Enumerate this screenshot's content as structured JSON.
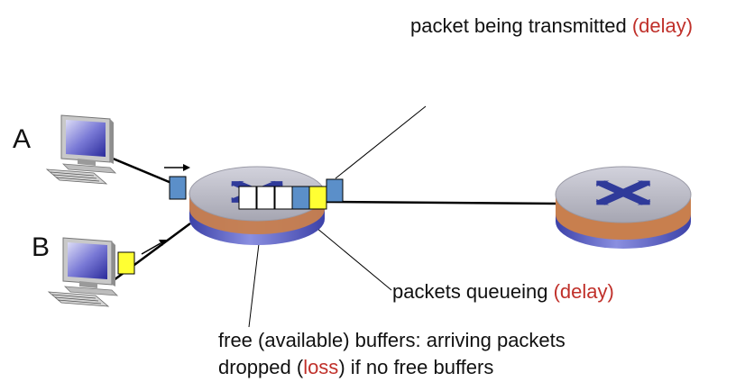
{
  "hosts": [
    {
      "label": "A"
    },
    {
      "label": "B"
    }
  ],
  "annotations": {
    "transmit_prefix": "packet being transmitted ",
    "transmit_delay": "(delay)",
    "queue_prefix": "packets queueing ",
    "queue_delay": "(delay)",
    "buffers_line1": "free (available) buffers: arriving packets",
    "buffers_line2_prefix": "dropped (",
    "buffers_loss": "loss",
    "buffers_line2_suffix": ") if no free buffers"
  },
  "colors": {
    "router_top": "#b8b8c4",
    "router_side": "#5a5fb8",
    "router_band": "#c87f4e",
    "router_x": "#2f3a9a",
    "packet_blue": "#5b8fc9",
    "packet_yellow": "#ffff33",
    "buffer_free": "#ffffff",
    "emphasis": "#c0302a"
  },
  "icons": [
    "computer-icon",
    "router-icon",
    "arrow-icon"
  ]
}
